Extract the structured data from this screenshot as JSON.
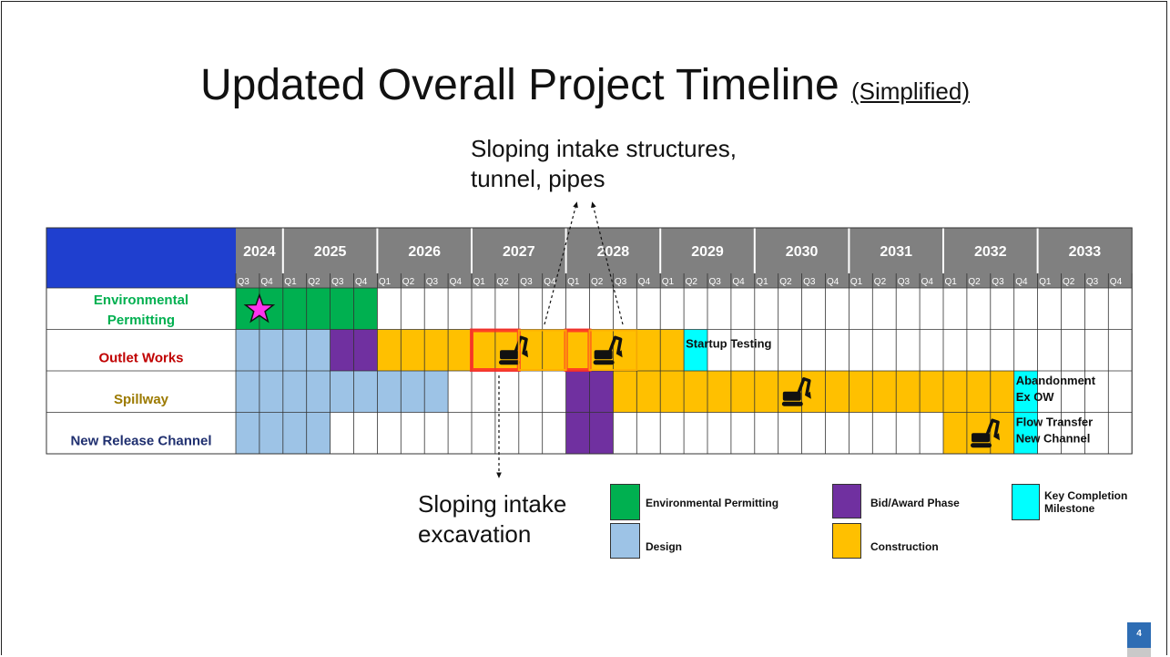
{
  "title": "Updated Overall Project Timeline",
  "subtitle": "(Simplified)",
  "callouts": {
    "top": [
      "Sloping intake structures,",
      "tunnel, pipes"
    ],
    "bottom": [
      "Sloping intake",
      "excavation"
    ]
  },
  "page_number": "4",
  "colors": {
    "env_permitting": "#00b050",
    "design": "#9dc3e6",
    "bid_award": "#7030a0",
    "construction": "#ffc000",
    "milestone": "#00ffff",
    "header": "#808080",
    "corner": "#1f3fcf",
    "highlight": "#ff2a2a"
  },
  "legend": [
    {
      "key": "env_permitting",
      "label": "Environmental Permitting"
    },
    {
      "key": "bid_award",
      "label": "Bid/Award Phase"
    },
    {
      "key": "milestone",
      "label": "Key Completion Milestone"
    },
    {
      "key": "design",
      "label": "Design"
    },
    {
      "key": "construction",
      "label": "Construction"
    }
  ],
  "chart_data": {
    "type": "table",
    "years": [
      "2024",
      "2025",
      "2026",
      "2027",
      "2028",
      "2029",
      "2030",
      "2031",
      "2032",
      "2033"
    ],
    "quarters": [
      "Q3",
      "Q4",
      "Q1",
      "Q2",
      "Q3",
      "Q4",
      "Q1",
      "Q2",
      "Q3",
      "Q4",
      "Q1",
      "Q2",
      "Q3",
      "Q4",
      "Q1",
      "Q2",
      "Q3",
      "Q4",
      "Q1",
      "Q2",
      "Q3",
      "Q4",
      "Q1",
      "Q2",
      "Q3",
      "Q4",
      "Q1",
      "Q2",
      "Q3",
      "Q4",
      "Q1",
      "Q2",
      "Q3",
      "Q4",
      "Q1",
      "Q2",
      "Q3",
      "Q4"
    ],
    "rows": [
      {
        "label": "Environmental Permitting",
        "label_color": "#00b050",
        "bars": [
          {
            "phase": "env_permitting",
            "start": "2024 Q3",
            "end": "2025 Q4"
          }
        ],
        "markers": [
          {
            "type": "star",
            "at": "2024 Q3"
          }
        ]
      },
      {
        "label": "Outlet Works",
        "label_color": "#c00000",
        "bars": [
          {
            "phase": "design",
            "start": "2024 Q3",
            "end": "2025 Q2"
          },
          {
            "phase": "bid_award",
            "start": "2025 Q3",
            "end": "2025 Q4"
          },
          {
            "phase": "construction",
            "start": "2026 Q1",
            "end": "2029 Q1"
          },
          {
            "phase": "milestone",
            "start": "2029 Q2",
            "end": "2029 Q2",
            "text": "Startup Testing"
          }
        ],
        "markers": [
          {
            "type": "highlight",
            "start": "2027 Q1",
            "end": "2027 Q2"
          },
          {
            "type": "highlight",
            "start": "2028 Q1",
            "end": "2028 Q1"
          },
          {
            "type": "excavator",
            "at": "2027 Q2"
          },
          {
            "type": "excavator",
            "at": "2028 Q2"
          }
        ]
      },
      {
        "label": "Spillway",
        "label_color": "#9c7a00",
        "bars": [
          {
            "phase": "design",
            "start": "2024 Q3",
            "end": "2026 Q3"
          },
          {
            "phase": "bid_award",
            "start": "2028 Q1",
            "end": "2028 Q2"
          },
          {
            "phase": "construction",
            "start": "2028 Q3",
            "end": "2032 Q3"
          },
          {
            "phase": "milestone",
            "start": "2032 Q4",
            "end": "2032 Q4",
            "text": "Abandonment Ex OW"
          }
        ],
        "markers": [
          {
            "type": "excavator",
            "at": "2030 Q2"
          }
        ]
      },
      {
        "label": "New Release Channel",
        "label_color": "#1f2f6f",
        "bars": [
          {
            "phase": "design",
            "start": "2024 Q3",
            "end": "2025 Q2"
          },
          {
            "phase": "bid_award",
            "start": "2028 Q1",
            "end": "2028 Q2"
          },
          {
            "phase": "construction",
            "start": "2032 Q1",
            "end": "2032 Q3"
          },
          {
            "phase": "milestone",
            "start": "2032 Q4",
            "end": "2032 Q4",
            "text": "Flow Transfer New Channel"
          }
        ],
        "markers": [
          {
            "type": "excavator",
            "at": "2032 Q2"
          }
        ]
      }
    ]
  }
}
